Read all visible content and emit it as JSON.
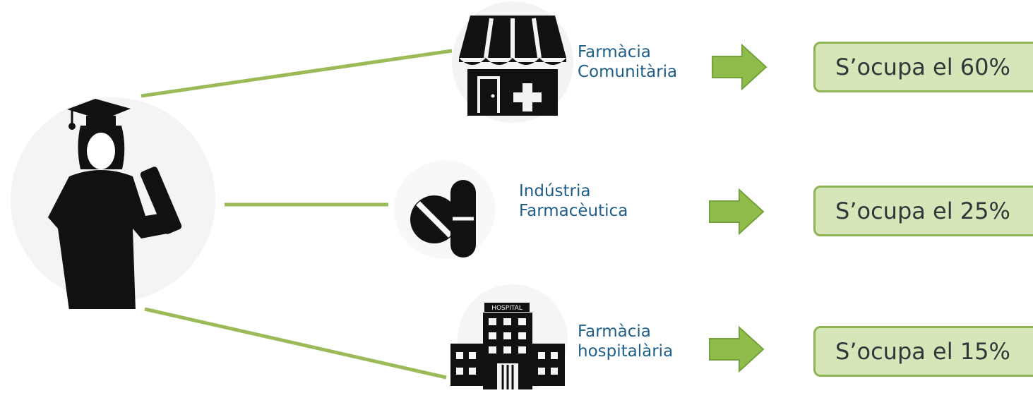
{
  "colors": {
    "connector": "#9bbb59",
    "arrow_fill": "#8fbc4a",
    "arrow_stroke": "#74a23a",
    "box_fill": "#d7e6b8",
    "box_border": "#8fb453",
    "label_text": "#1f5e88",
    "icon": "#111111"
  },
  "graduate": {
    "icon": "graduate-icon"
  },
  "branches": [
    {
      "icon": "pharmacy-store-icon",
      "label_line1": "Farmàcia",
      "label_line2": "Comunitària",
      "share_text": "S’ocupa el 60%",
      "share_percent": 60
    },
    {
      "icon": "pills-icon",
      "label_line1": "Indústria",
      "label_line2": "Farmacèutica",
      "share_text": "S’ocupa el 25%",
      "share_percent": 25
    },
    {
      "icon": "hospital-icon",
      "label_line1": "Farmàcia",
      "label_line2": "hospitalària",
      "share_text": "S’ocupa el 15%",
      "share_percent": 15
    }
  ]
}
